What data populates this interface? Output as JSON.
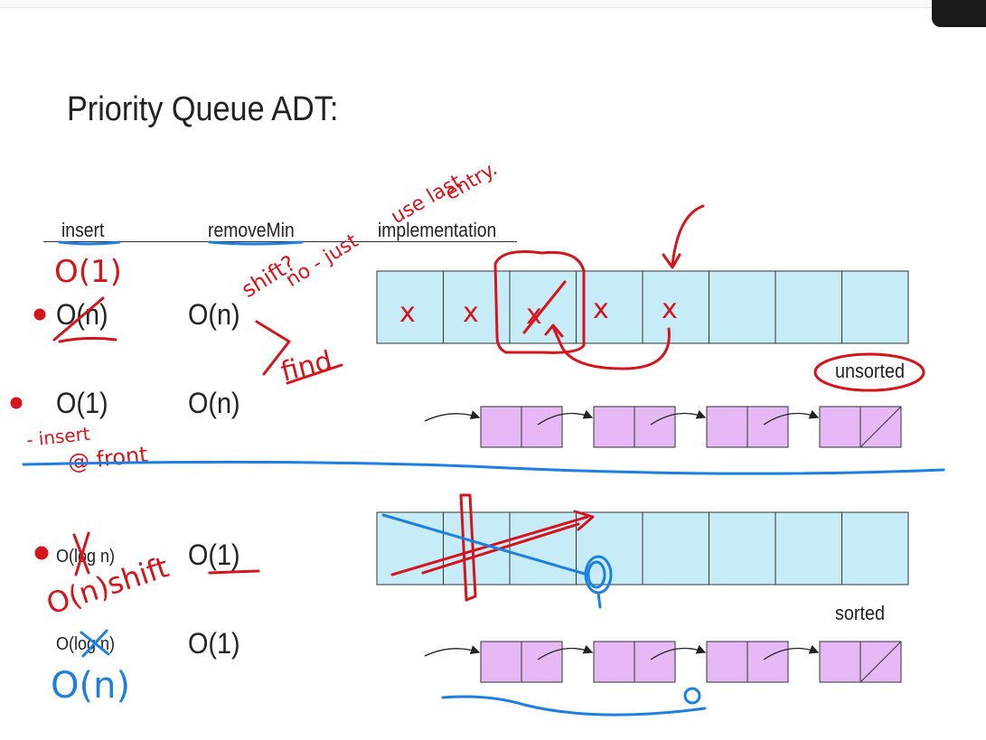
{
  "slide": {
    "title": "Priority Queue ADT:",
    "headers": {
      "insert": "insert",
      "remove_min": "removeMin",
      "implementation": "implementation"
    },
    "rows": [
      {
        "insert": "O(n)",
        "remove_min": "O(n)"
      },
      {
        "insert": "O(1)",
        "remove_min": "O(n)"
      },
      {
        "insert": "O(log n)",
        "remove_min": "O(1)"
      },
      {
        "insert": "O(log n)",
        "remove_min": "O(1)"
      }
    ],
    "captions": {
      "unsorted": "unsorted",
      "sorted": "sorted"
    },
    "array_marks": [
      "x",
      "x",
      "x",
      "x",
      "x"
    ]
  },
  "annotations": {
    "red": {
      "o1": "O(1)",
      "shift": "shift?",
      "no_just": "no - just",
      "use_last": "use last",
      "entry": "entry.",
      "find": "find",
      "insert_at": "- insert",
      "front": "@ front",
      "on_shift": "O(n)shift"
    },
    "blue": {
      "on": "O(n)"
    }
  },
  "colors": {
    "array_fill": "#c6ecf8",
    "node_fill": "#e6b8f5",
    "ink_red": "#d6141c",
    "ink_blue": "#1d7fe0",
    "text": "#222222"
  }
}
